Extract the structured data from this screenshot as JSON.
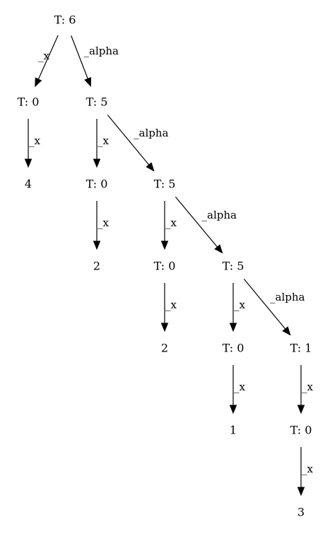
{
  "tree": {
    "nodes": [
      {
        "id": "n_root",
        "label": "T: 6"
      },
      {
        "id": "n_a",
        "label": "T: 0"
      },
      {
        "id": "n_b",
        "label": "T: 5"
      },
      {
        "id": "n_a_leaf",
        "label": "4"
      },
      {
        "id": "n_b0",
        "label": "T: 0"
      },
      {
        "id": "n_b1",
        "label": "T: 5"
      },
      {
        "id": "n_b0_leaf",
        "label": "2"
      },
      {
        "id": "n_b1_0",
        "label": "T: 0"
      },
      {
        "id": "n_b1_1",
        "label": "T: 5"
      },
      {
        "id": "n_b1_0_leaf",
        "label": "2"
      },
      {
        "id": "n_b1_1_0",
        "label": "T: 0"
      },
      {
        "id": "n_b1_1_1",
        "label": "T: 1"
      },
      {
        "id": "n_b1_1_0_leaf",
        "label": "1"
      },
      {
        "id": "n_b1_1_1_0",
        "label": "T: 0"
      },
      {
        "id": "n_b1_1_1_0_leaf",
        "label": "3"
      }
    ],
    "edges": [
      {
        "from": "n_root",
        "to": "n_a",
        "label": "_x"
      },
      {
        "from": "n_root",
        "to": "n_b",
        "label": "_alpha"
      },
      {
        "from": "n_a",
        "to": "n_a_leaf",
        "label": "_x"
      },
      {
        "from": "n_b",
        "to": "n_b0",
        "label": "_x"
      },
      {
        "from": "n_b",
        "to": "n_b1",
        "label": "_alpha"
      },
      {
        "from": "n_b0",
        "to": "n_b0_leaf",
        "label": "_x"
      },
      {
        "from": "n_b1",
        "to": "n_b1_0",
        "label": "_x"
      },
      {
        "from": "n_b1",
        "to": "n_b1_1",
        "label": "_alpha"
      },
      {
        "from": "n_b1_0",
        "to": "n_b1_0_leaf",
        "label": "_x"
      },
      {
        "from": "n_b1_1",
        "to": "n_b1_1_0",
        "label": "_x"
      },
      {
        "from": "n_b1_1",
        "to": "n_b1_1_1",
        "label": "_alpha"
      },
      {
        "from": "n_b1_1_0",
        "to": "n_b1_1_0_leaf",
        "label": "_x"
      },
      {
        "from": "n_b1_1_1",
        "to": "n_b1_1_1_0",
        "label": "_x"
      },
      {
        "from": "n_b1_1_1_0",
        "to": "n_b1_1_1_0_leaf",
        "label": "_x"
      }
    ]
  }
}
